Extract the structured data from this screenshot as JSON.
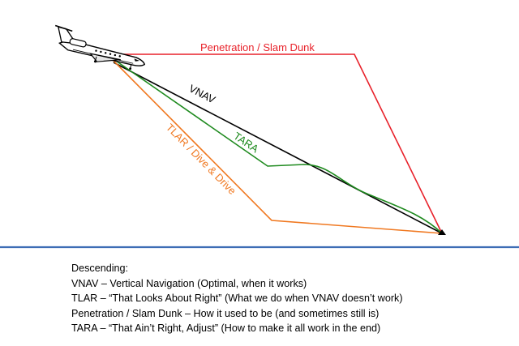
{
  "labels": {
    "slam_dunk": "Penetration / Slam Dunk",
    "vnav": "VNAV",
    "tara": "TARA",
    "tlar": "TLAR / Dive & Drive"
  },
  "legend": {
    "heading": "Descending:",
    "lines": [
      "VNAV – Vertical Navigation (Optimal, when it works)",
      "TLAR – “That Looks About Right” (What we do when VNAV doesn’t work)",
      "Penetration / Slam Dunk – How it used to be (and sometimes still is)",
      "TARA – “That Ain’t Right, Adjust” (How to make it all work in the end)"
    ]
  },
  "colors": {
    "slam_dunk": "#e8212a",
    "vnav": "#000000",
    "tara": "#1e8a1e",
    "tlar": "#f07820",
    "ground": "#3d6db5"
  },
  "icons": [
    "aircraft-icon",
    "runway-threshold-marker-icon"
  ]
}
